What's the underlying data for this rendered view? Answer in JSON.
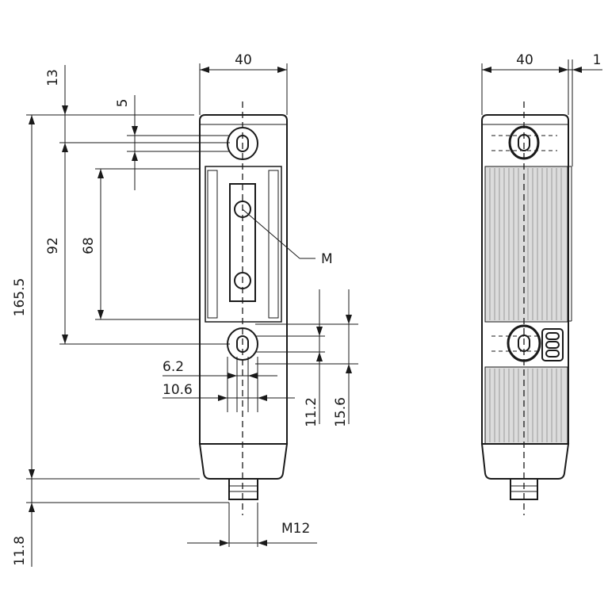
{
  "front_view": {
    "width_label": "40",
    "offset_top_label": "13",
    "slot_label": "5",
    "hole_spacing_label": "92",
    "inner_spacing_label": "68",
    "overall_height_label": "165.5",
    "mount_callout_label": "M",
    "hole_small_label": "6.2",
    "hole_large_label": "10.6",
    "hole_small_vertical_label": "11.2",
    "hole_large_vertical_label": "15.6",
    "connector_length_label": "11.8",
    "connector_thread_label": "M12"
  },
  "side_view": {
    "width_label": "40",
    "edge_label": "1"
  }
}
